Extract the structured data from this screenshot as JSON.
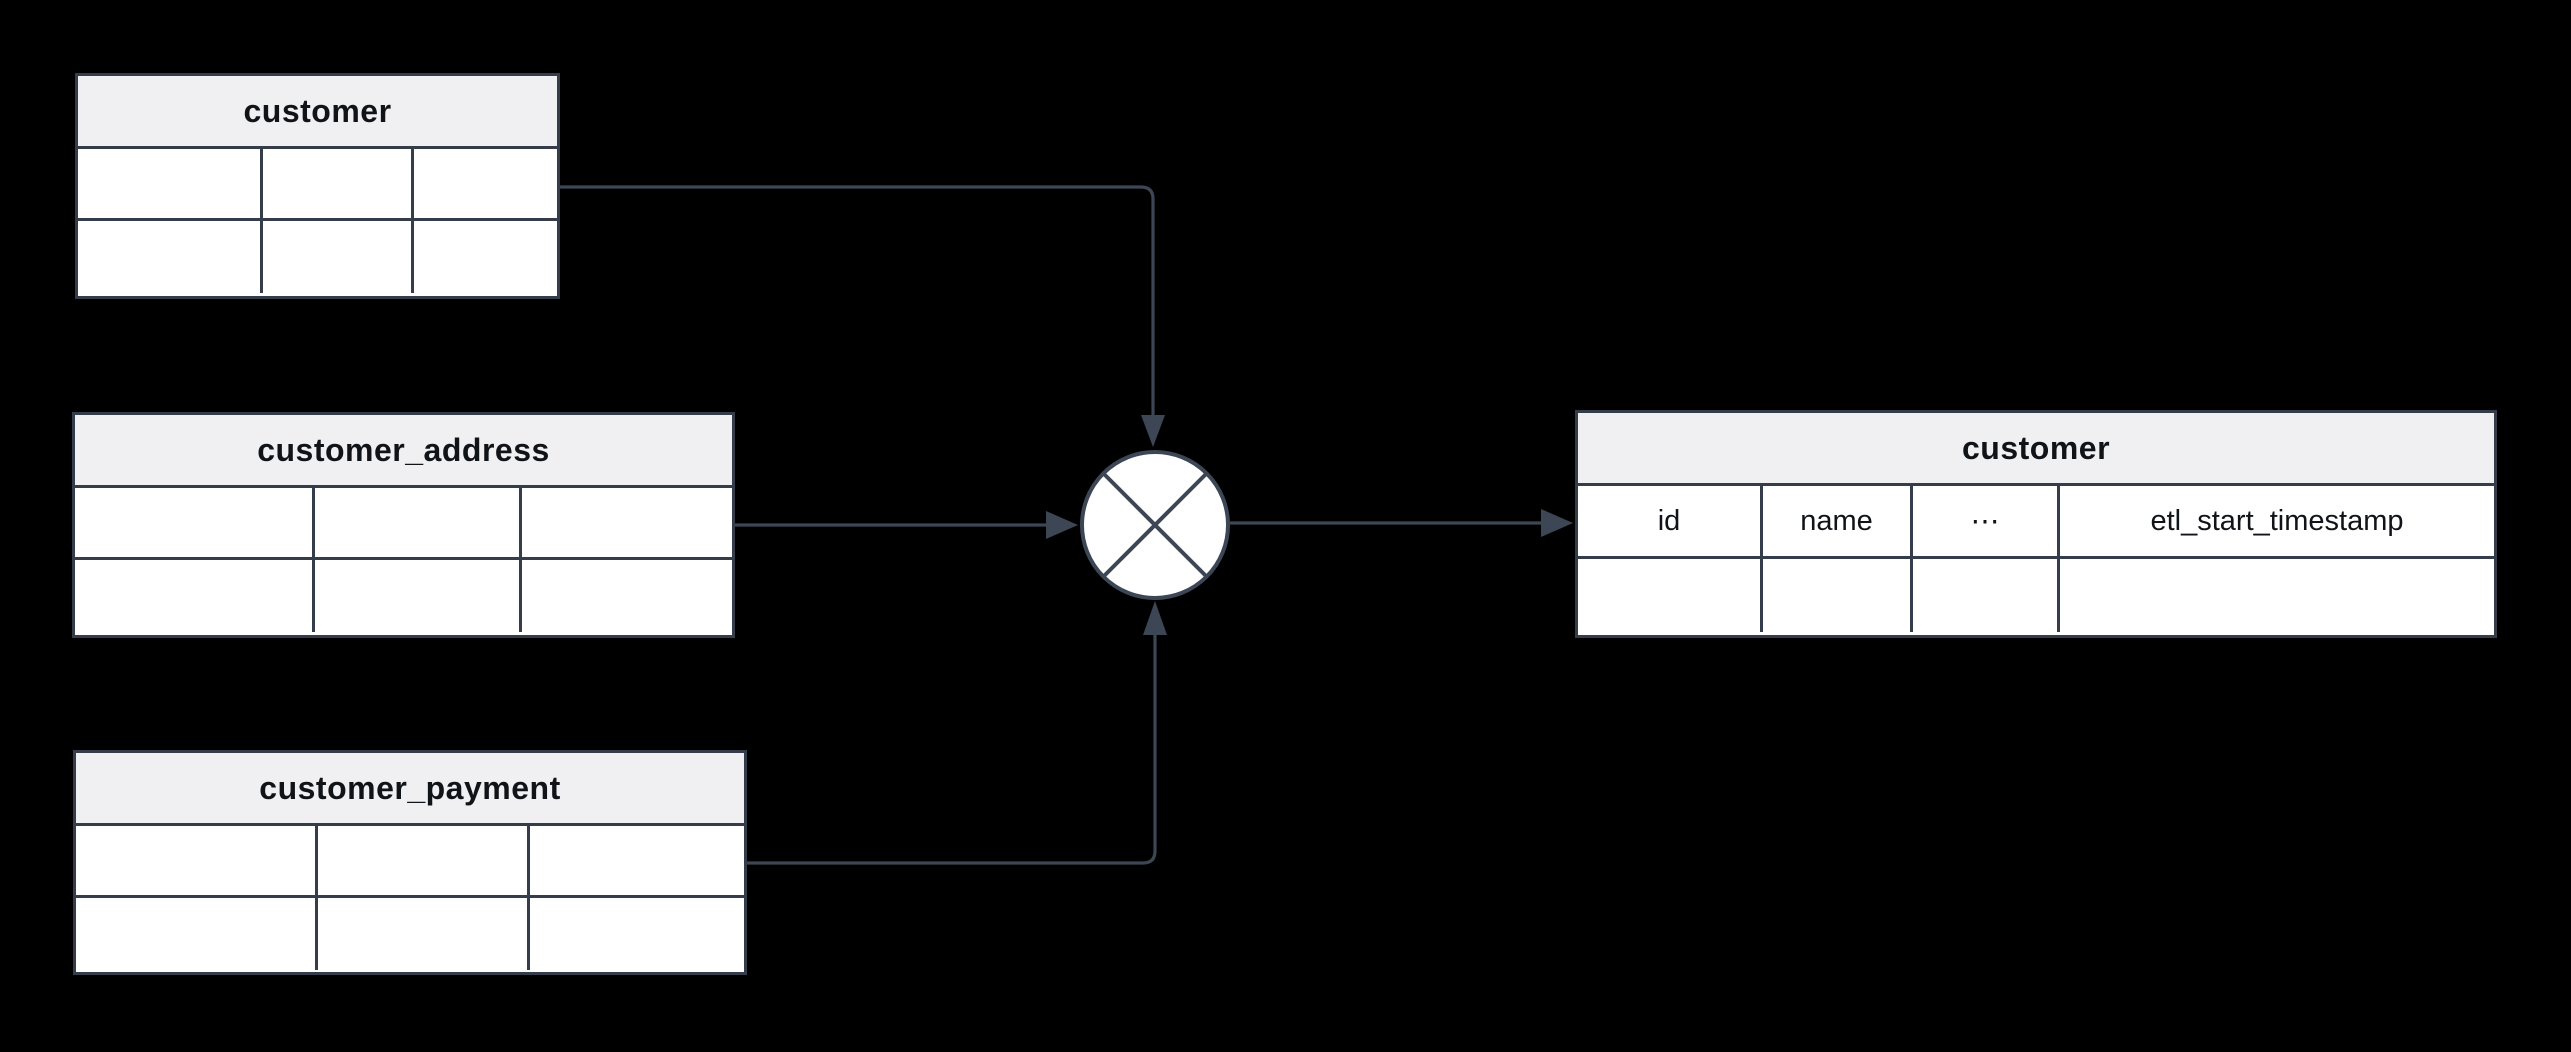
{
  "diagram": {
    "type": "etl-flow",
    "background": "#000000",
    "colors": {
      "line": "#3d4655",
      "table_border": "#353d4b",
      "header_fill": "#f0f0f3",
      "cell_fill": "#ffffff",
      "node_fill": "#ffffff",
      "text": "#101318"
    },
    "source_tables": [
      {
        "title": "customer"
      },
      {
        "title": "customer_address"
      },
      {
        "title": "customer_payment"
      }
    ],
    "join_node": {
      "icon": "crossed-circle-join-icon"
    },
    "target_table": {
      "title": "customer",
      "columns": [
        "id",
        "name",
        "⋯",
        "etl_start_timestamp"
      ]
    }
  }
}
